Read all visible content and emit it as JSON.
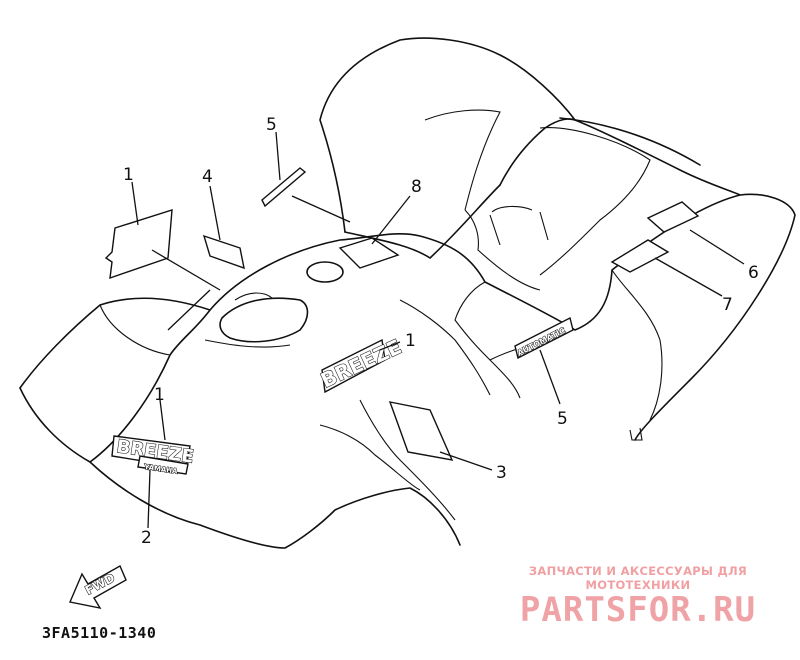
{
  "diagram": {
    "part_code": "3FA5110-1340",
    "callouts": [
      "1",
      "4",
      "5",
      "8",
      "1",
      "1",
      "2",
      "6",
      "7",
      "5",
      "3"
    ],
    "decals": {
      "breeze_upper": "BREEZE",
      "breeze_lower": "BREEZE",
      "breeze_lower_sub": "YAMAHA",
      "automatic": "AUTOMATIC",
      "fwd_arrow": "FWD"
    }
  },
  "watermark": {
    "tagline": "ЗАПЧАСТИ И АКСЕССУАРЫ ДЛЯ МОТОТЕХНИКИ",
    "logo": "PARTSFOR.RU",
    "colors": {
      "logo": "#f0a3a6"
    }
  }
}
